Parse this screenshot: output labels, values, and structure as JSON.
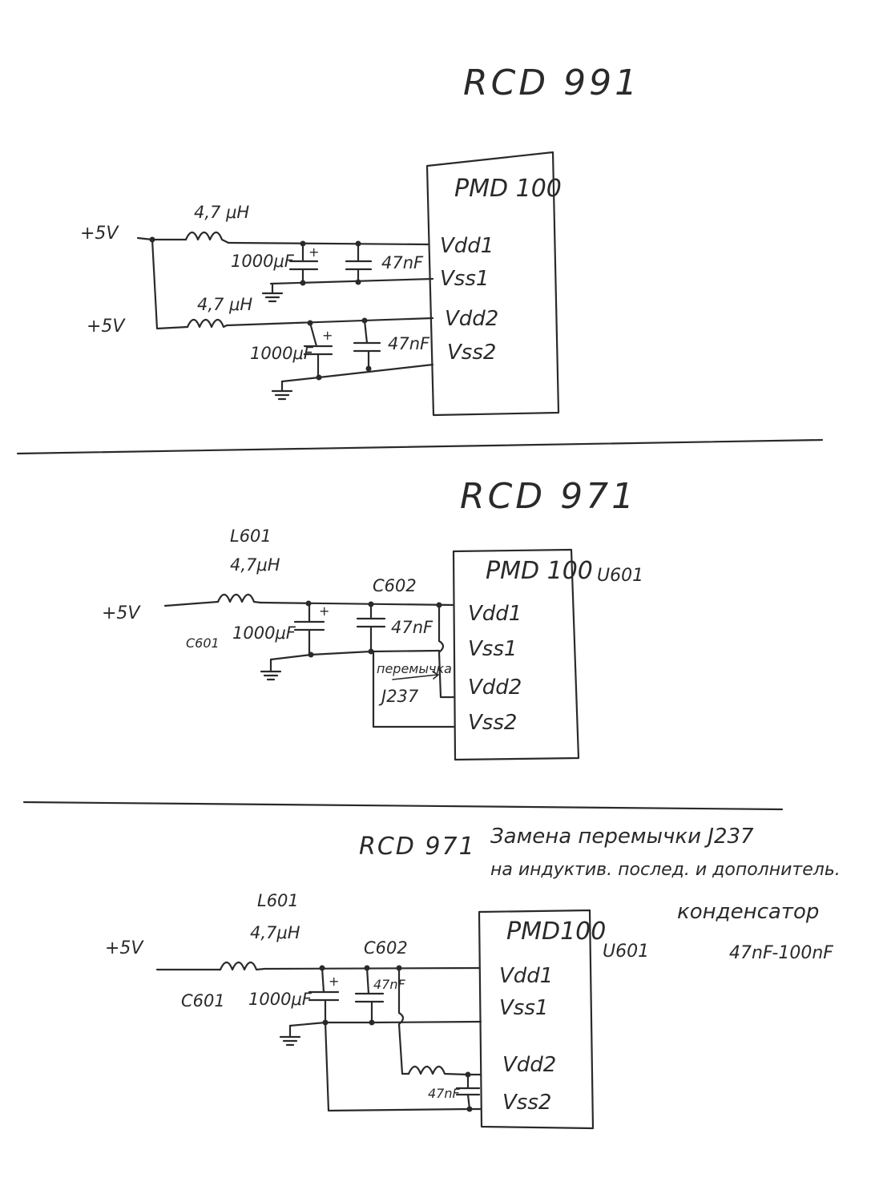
{
  "sec1": {
    "title": "RCD 991",
    "chip": "PMD 100",
    "supply1": "+5V",
    "supply2": "+5V",
    "ind1": "4,7 μH",
    "ind2": "4,7 μH",
    "cap_bulk1": "1000μF",
    "cap_small1": "47nF",
    "cap_bulk2": "1000μF",
    "cap_small2": "47nF",
    "pins": [
      "Vdd1",
      "Vss1",
      "Vdd2",
      "Vss2"
    ]
  },
  "sec2": {
    "title": "RCD 971",
    "chip": "PMD 100",
    "chip_ref": "U601",
    "supply": "+5V",
    "ind_ref": "L601",
    "ind_val": "4,7μH",
    "c1_ref": "C601",
    "c1_val": "1000μF",
    "c2_ref": "C602",
    "c2_val": "47nF",
    "jumper_label": "перемычка",
    "jumper_ref": "J237",
    "pins": [
      "Vdd1",
      "Vss1",
      "Vdd2",
      "Vss2"
    ]
  },
  "sec3": {
    "title": "RCD 971",
    "note_line1": "Замена перемычки J237",
    "note_line2": "на индуктив. послед. и дополнитель.",
    "note_line3": "конденсатор",
    "note_line4": "47nF-100nF",
    "chip": "PMD100",
    "chip_ref": "U601",
    "supply": "+5V",
    "ind_ref": "L601",
    "ind_val": "4,7μH",
    "c1_ref": "C601",
    "c1_val": "1000μF",
    "c2_ref": "C602",
    "c2_val": "47nF",
    "c3_val": "47nF",
    "pins": [
      "Vdd1",
      "Vss1",
      "Vdd2",
      "Vss2"
    ]
  }
}
